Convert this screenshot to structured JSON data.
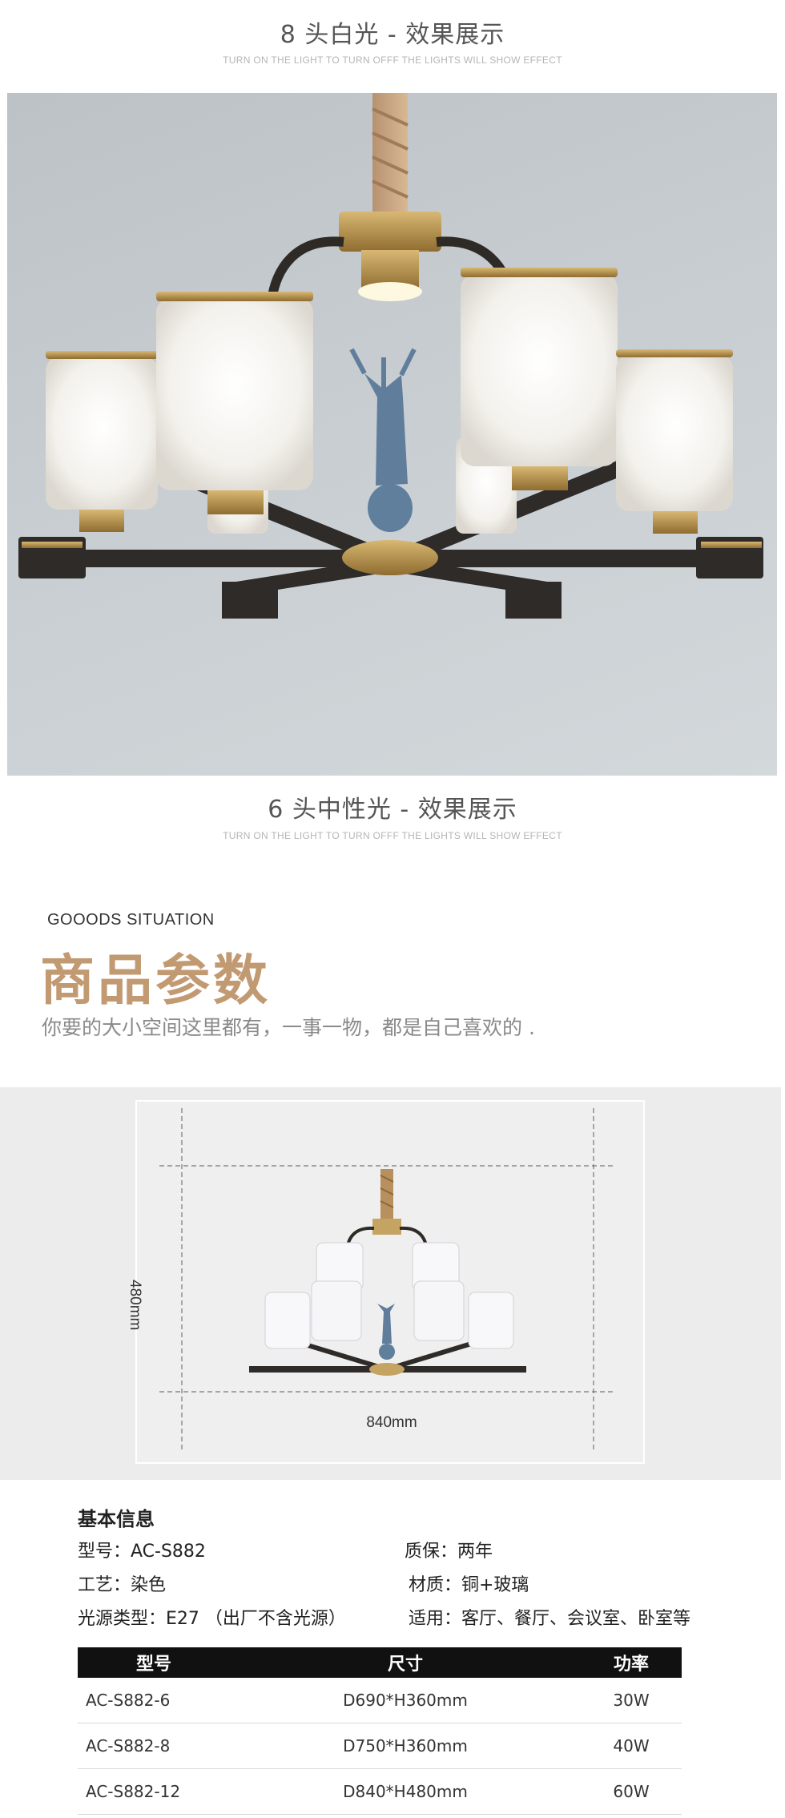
{
  "top_banner": {
    "title": "8 头白光 - 效果展示",
    "subtitle": "TURN ON THE LIGHT TO TURN OFFF THE LIGHTS WILL SHOW EFFECT"
  },
  "second_banner": {
    "title": "6 头中性光 - 效果展示",
    "subtitle": "TURN ON THE LIGHT TO TURN OFFF THE LIGHTS WILL SHOW EFFECT"
  },
  "goods": {
    "eyebrow": "GOOODS SITUATION",
    "title": "商品参数",
    "description": "你要的大小空间这里都有，一事一物，都是自己喜欢的 ."
  },
  "dimensions": {
    "height": "480mm",
    "width": "840mm"
  },
  "basic_info": {
    "heading": "基本信息",
    "model": "型号：AC-S882",
    "warranty": "质保：两年",
    "craft": "工艺：染色",
    "material": "材质：铜+玻璃",
    "light_source": "光源类型：E27 （出厂不含光源）",
    "usage": "适用：客厅、餐厅、会议室、卧室等"
  },
  "spec_table": {
    "headers": [
      "型号",
      "尺寸",
      "功率"
    ],
    "rows": [
      [
        "AC-S882-6",
        "D690*H360mm",
        "30W"
      ],
      [
        "AC-S882-8",
        "D750*H360mm",
        "40W"
      ],
      [
        "AC-S882-12",
        "D840*H480mm",
        "60W"
      ]
    ]
  },
  "colors": {
    "accent_title": "#c29a72",
    "table_header_bg": "#111111",
    "dimension_band": "#ececec"
  }
}
